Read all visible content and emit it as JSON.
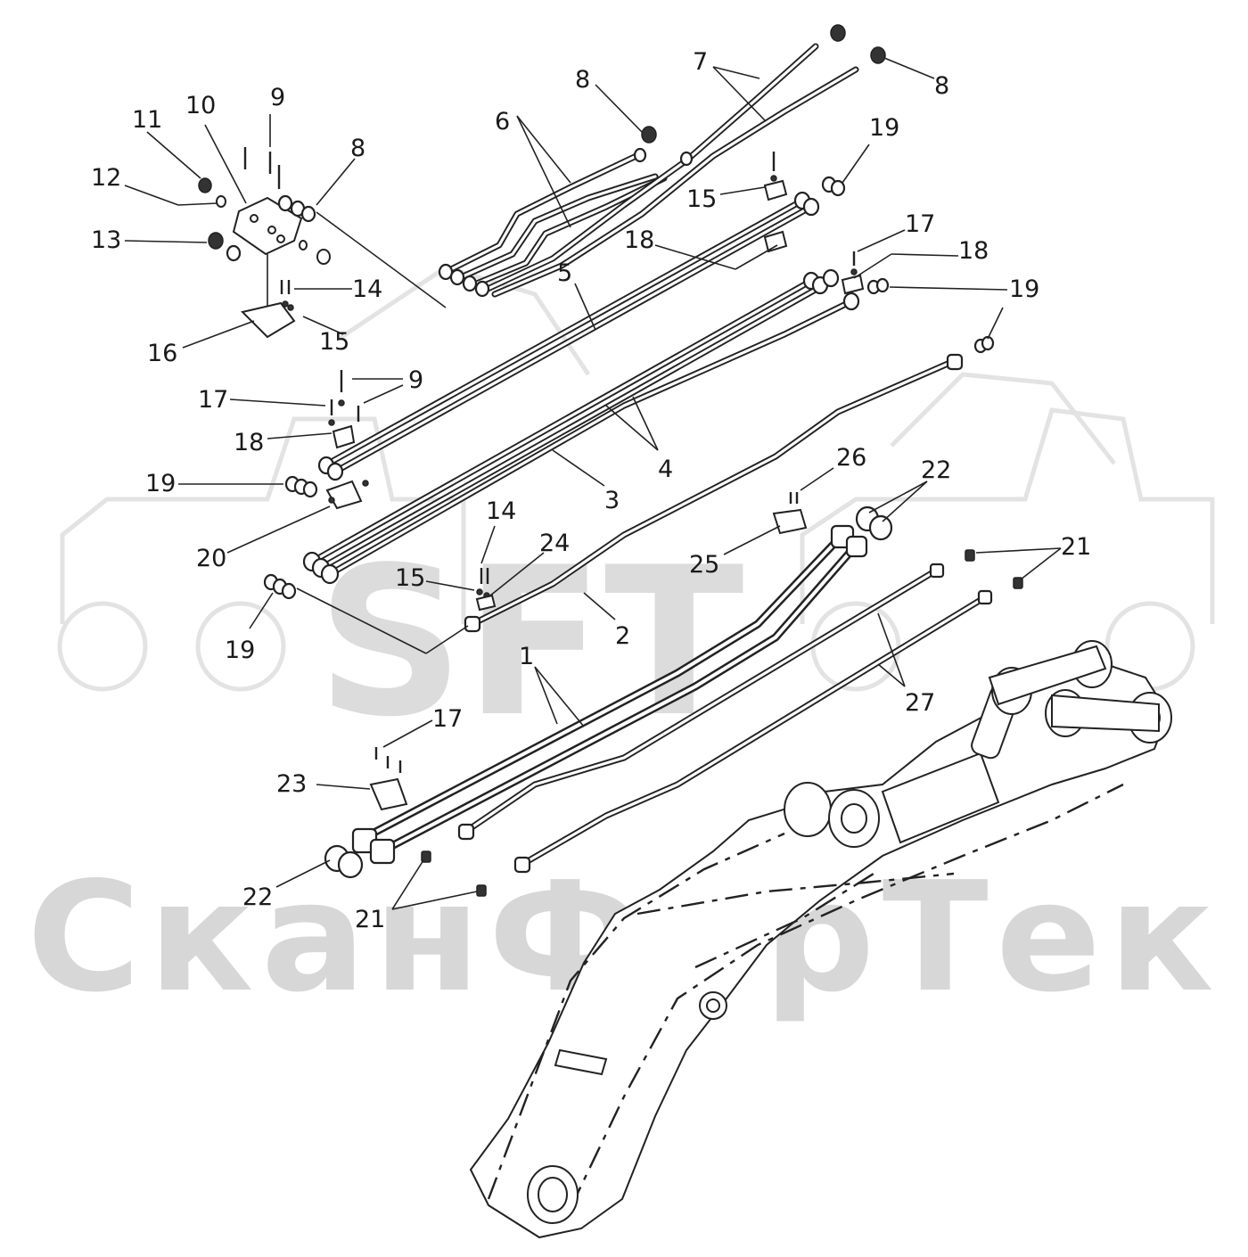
{
  "watermark": {
    "brand": "SFT",
    "company": "СканФорТек"
  },
  "callouts": {
    "c1": "1",
    "c2": "2",
    "c3": "3",
    "c4": "4",
    "c5": "5",
    "c6": "6",
    "c7": "7",
    "c8": "8",
    "c9": "9",
    "c10": "10",
    "c11": "11",
    "c12": "12",
    "c13": "13",
    "c14": "14",
    "c15": "15",
    "c16": "16",
    "c17": "17",
    "c18": "18",
    "c19": "19",
    "c20": "20",
    "c21": "21",
    "c22": "22",
    "c23": "23",
    "c24": "24",
    "c25": "25",
    "c26": "26",
    "c27": "27"
  }
}
